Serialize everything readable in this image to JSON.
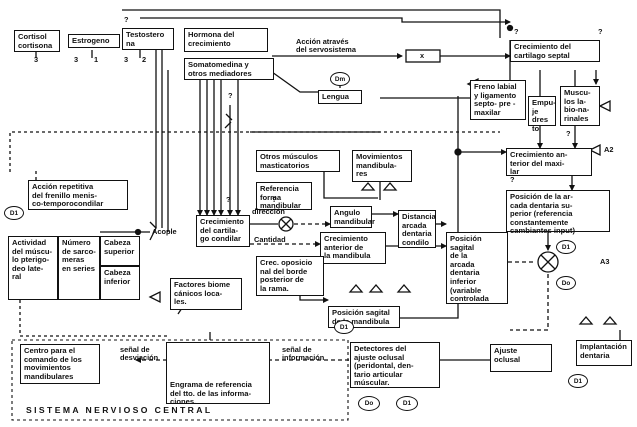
{
  "colors": {
    "ink": "#111111",
    "paper": "#ffffff"
  },
  "boxes": {
    "cortisol": "Cortisol\ncortisona",
    "estrogeno": "Estrogeno",
    "testosterona": "Testostero\nna",
    "hormona": "Hormona  del\ncrecimiento",
    "somatomedina": "Somatomedina y\notros mediadores",
    "lengua": "Lengua",
    "crec_cartilago_septal": "Crecimiento del\ncartilago septal",
    "freno_labial": "Freno labial\ny ligamento\nsepto- pre -\nmaxilar",
    "empuje": "Empu-\nje dres\nto",
    "musculos_bionasales": "Muscu-\nlos la-\nbio-na-\nrinales",
    "otros_musculos": "Otros músculos\nmasticatorios",
    "movimientos_mandibulares": "Movimientos\nmandibula-\nres",
    "crec_anterior_maxilar": "Crecimiento an-\nterior  del maxi-\nlar",
    "accion_repetitiva": "Acción repetitiva\ndel frenillo menis-\nco-temporocondilar",
    "referencia_forma": "Referencia\nforma\nmandibular",
    "posicion_arcada": "Posición de la ar-\ncada dentaria su-\nperior (referencia\nconstantemente\ncambiantes input)",
    "crec_cartilago_condilar": "Crecimiento\ndel cartila-\ngo condilar",
    "angulo_mandibular": "Angulo\nmandibular",
    "distancia_arcada": "Distancia\narcada\ndentaria\ncondilo",
    "actividad_musculo": "Actividad\ndel múscu-\nlo pterigo-\ndeo late-\nral",
    "numero_sarcomeras": "Número\nde sarco-\nmeras\nen series",
    "cabeza_superior": "Cabeza\nsuperior",
    "cabeza_inferior": "Cabeza\ninferior",
    "crec_anterior_mandibula": "Crecimiento\nanterior de\nla mandibula",
    "posicion_sagital_arcada": "Posición\nsagital\nde la\narcada\ndentaria\ninferior\n(variable\ncontrolada",
    "crec_oposicional": "Crec. oposicio\nnal del borde\nposterior de\nla rama.",
    "factores_biomecanicos": "Factores biome\ncánicos loca-\nles.",
    "posicion_sagital_mandibula": "Posición sagital\nde la mandibula",
    "centro_comando": "Centro para el\ncomando de los\nmovimientos\nmandibulares",
    "engrama": "Engrama de referencia\ndel tto. de las informa-\nciones.",
    "detectores": "Detectores del\najuste oclusal\n(peridontal, den-\ntario articular\nmúscular.",
    "ajuste_oclusal": "Ajuste\noclusal",
    "implantacion_dentaria": "Implantación\ndentaria"
  },
  "labels": {
    "accion_servosistema": "Acción através\ndel servosistema",
    "direccion": "dirección",
    "cantidad": "Cantidad",
    "acople": "Acople",
    "senal_desviacion": "señal de\ndesviación",
    "senal_informacion": "señal de\ninformación",
    "sistema_nervioso_central": "SISTEMA      NERVIOSO      CENTRAL",
    "num_cortisol": "3",
    "num_estrogeno_a": "3",
    "num_estrogeno_b": "1",
    "num_testosterona": "3",
    "num_hormona": "2",
    "qm_a": "?",
    "qm_b": "?",
    "qm_c": "?",
    "qm_d": "?",
    "qm_e": "?",
    "qm_f": "?",
    "qm_g": "?",
    "qm_h": "?",
    "x_mark": "x",
    "a3": "A3",
    "a2": "A2"
  },
  "nodes": {
    "dm": "Dm",
    "d1_left": "D1",
    "d1_mid": "D1",
    "d1_right_a": "D1",
    "do_right": "Do",
    "do_bottom": "Do",
    "d1_bottom": "D1",
    "d1_implant": "D1"
  }
}
